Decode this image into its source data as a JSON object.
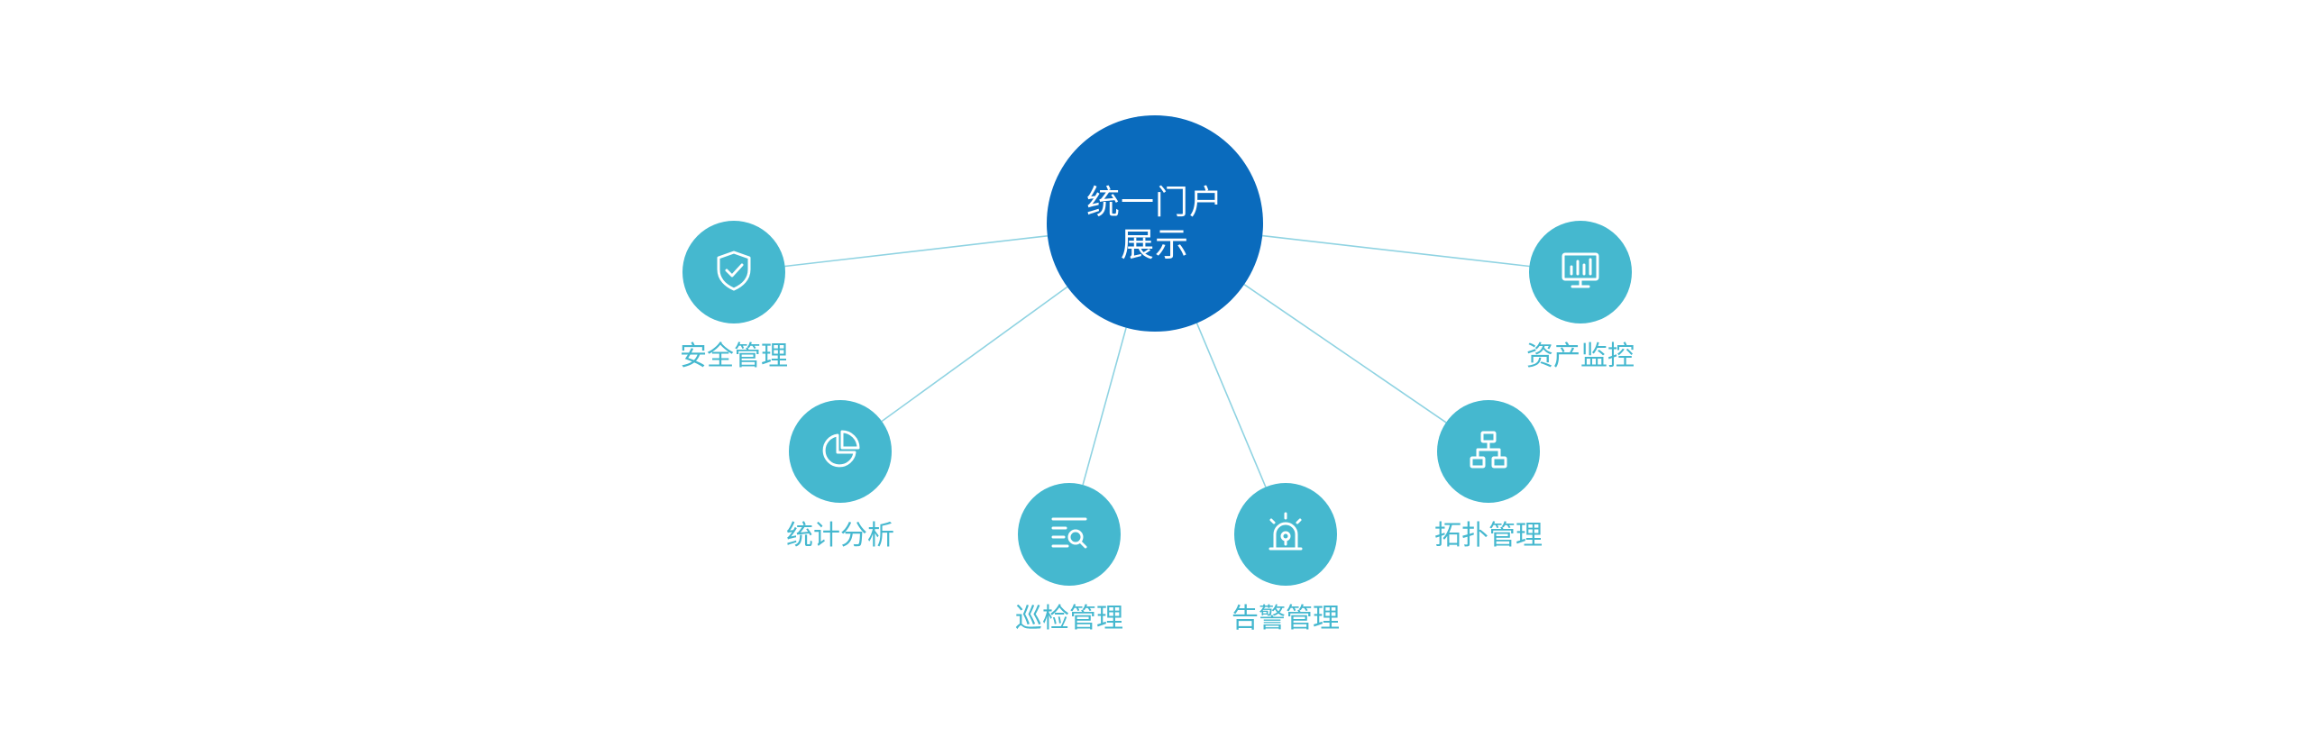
{
  "center": {
    "line1": "统一门户",
    "line2": "展示"
  },
  "nodes": [
    {
      "label": "安全管理",
      "icon": "shield-check-icon"
    },
    {
      "label": "统计分析",
      "icon": "pie-chart-icon"
    },
    {
      "label": "巡检管理",
      "icon": "list-search-icon"
    },
    {
      "label": "告警管理",
      "icon": "alarm-light-icon"
    },
    {
      "label": "拓扑管理",
      "icon": "topology-icon"
    },
    {
      "label": "资产监控",
      "icon": "monitor-chart-icon"
    }
  ],
  "colors": {
    "hub": "#0a6bbd",
    "node": "#45b8cf",
    "label": "#45b8cf",
    "line": "#8fd3e2",
    "icon_stroke": "#ffffff"
  }
}
